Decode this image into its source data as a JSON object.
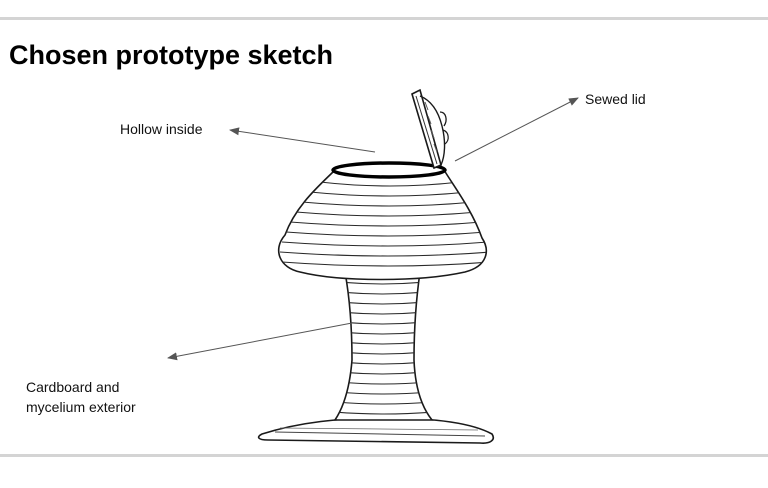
{
  "slide": {
    "title": "Chosen prototype sketch",
    "labels": {
      "hollow": "Hollow inside",
      "sewed": "Sewed lid",
      "cardboard_line1": "Cardboard and",
      "cardboard_line2": "mycelium exterior"
    },
    "colors": {
      "rule": "#d4d4d4",
      "ink": "#1a1a1a",
      "arrow": "#555555"
    }
  }
}
